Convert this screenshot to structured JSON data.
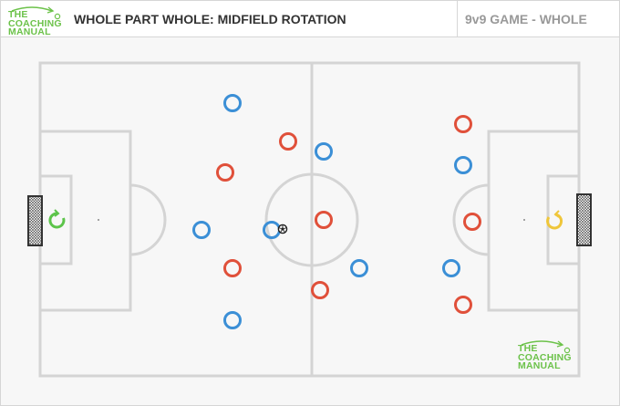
{
  "header": {
    "logo_lines": [
      "THE",
      "COACHING",
      "MANUAL"
    ],
    "title": "WHOLE PART WHOLE: MIDFIELD ROTATION",
    "subtitle": "9v9 GAME - WHOLE"
  },
  "colors": {
    "pitch_lines": "#d4d4d4",
    "brand_green": "#6cc24a",
    "team_blue": "#3b8fd6",
    "team_red": "#e0503a",
    "gk_green": "#5cc44a",
    "gk_yellow": "#efc63a"
  },
  "players": {
    "blue": [
      "blue-1",
      "blue-2",
      "blue-3",
      "blue-4",
      "blue-5",
      "blue-6",
      "blue-7",
      "blue-8"
    ],
    "red": [
      "red-1",
      "red-2",
      "red-3",
      "red-4",
      "red-5",
      "red-6",
      "red-7",
      "red-8"
    ],
    "goalkeepers": [
      "goalkeeper-green",
      "goalkeeper-yellow"
    ]
  },
  "ball": "soccer-ball-icon"
}
